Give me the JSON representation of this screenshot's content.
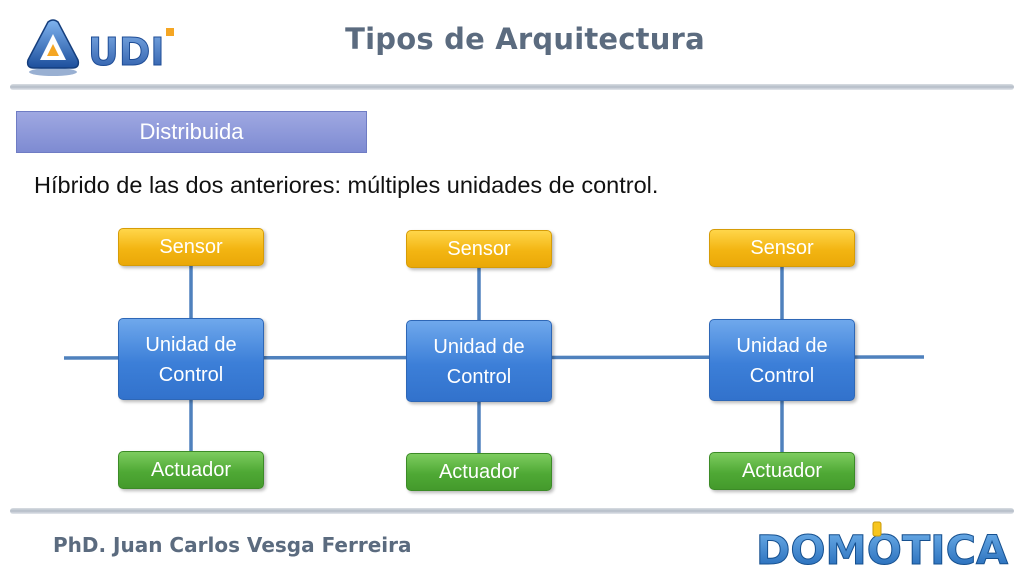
{
  "header": {
    "logo_text": "UDI",
    "title": "Tipos de Arquitectura"
  },
  "section": {
    "label": "Distribuida",
    "description": "Híbrido de las dos anteriores: múltiples unidades de control."
  },
  "diagram": {
    "units": [
      {
        "sensor": "Sensor",
        "control": [
          "Unidad de",
          "Control"
        ],
        "actuator": "Actuador"
      },
      {
        "sensor": "Sensor",
        "control": [
          "Unidad de",
          "Control"
        ],
        "actuator": "Actuador"
      },
      {
        "sensor": "Sensor",
        "control": [
          "Unidad de",
          "Control"
        ],
        "actuator": "Actuador"
      }
    ]
  },
  "footer": {
    "author": "PhD. Juan Carlos Vesga Ferreira",
    "logo_text": "DOMOTICA"
  },
  "colors": {
    "title": "#5b6b7f",
    "sensor": "#f3b512",
    "control": "#3c7fd8",
    "actuator": "#4fa935",
    "connector": "#4f81bd",
    "tag": "#8e99dc"
  }
}
